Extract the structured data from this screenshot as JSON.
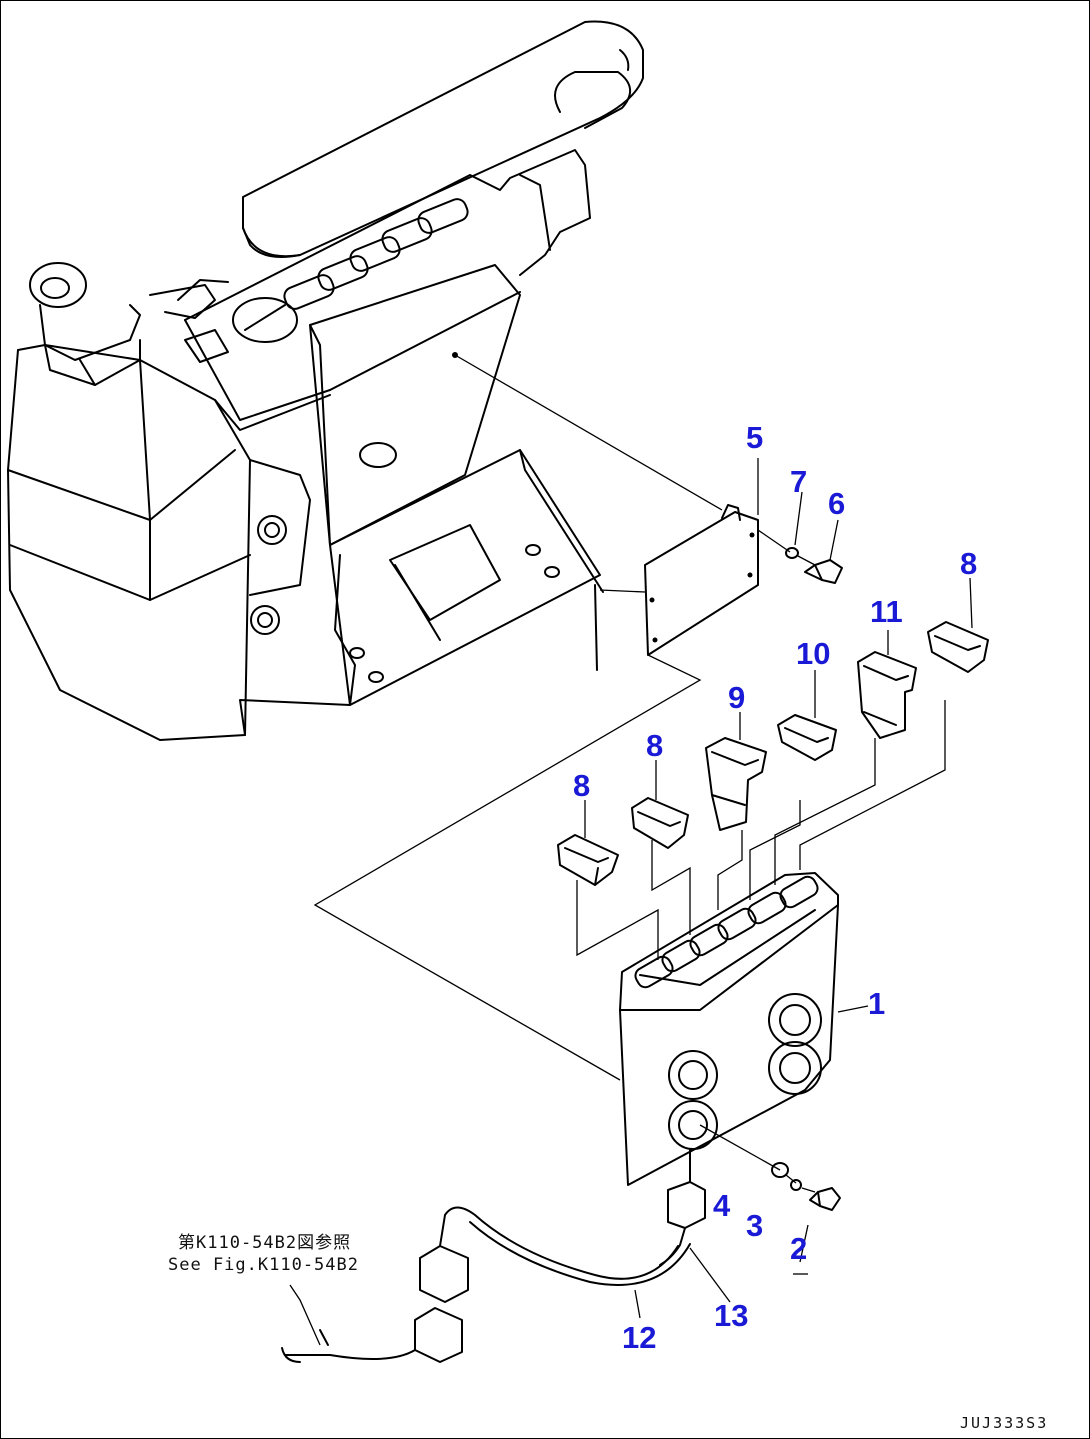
{
  "diagram": {
    "callouts": [
      {
        "id": "c1",
        "text": "1"
      },
      {
        "id": "c2",
        "text": "2"
      },
      {
        "id": "c3",
        "text": "3"
      },
      {
        "id": "c4",
        "text": "4"
      },
      {
        "id": "c5",
        "text": "5"
      },
      {
        "id": "c6",
        "text": "6"
      },
      {
        "id": "c7",
        "text": "7"
      },
      {
        "id": "c8a",
        "text": "8"
      },
      {
        "id": "c8b",
        "text": "8"
      },
      {
        "id": "c8c",
        "text": "8"
      },
      {
        "id": "c9",
        "text": "9"
      },
      {
        "id": "c10",
        "text": "10"
      },
      {
        "id": "c11",
        "text": "11"
      },
      {
        "id": "c12",
        "text": "12"
      },
      {
        "id": "c13",
        "text": "13"
      }
    ],
    "reference_note": {
      "line1": "第K110-54B2図参照",
      "line2": "See Fig.K110-54B2"
    },
    "drawing_number": "JUJ333S3",
    "colors": {
      "callout": "#1a1ad6",
      "line": "#000000"
    }
  }
}
